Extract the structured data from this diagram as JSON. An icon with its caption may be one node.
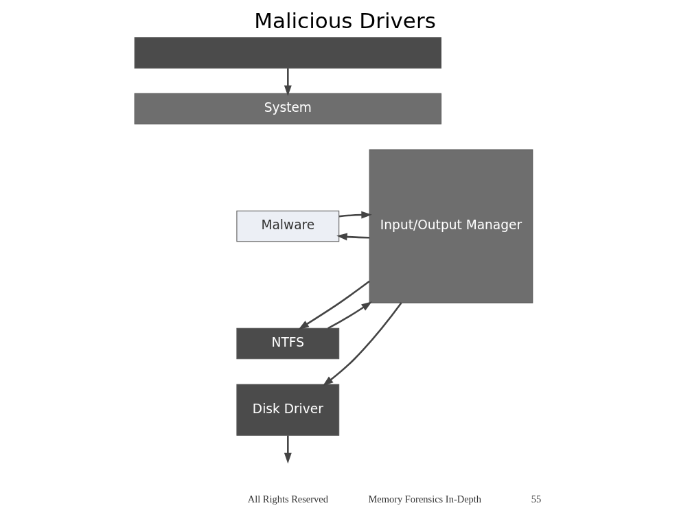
{
  "diagram": {
    "title": "Malicious Drivers",
    "nodes": [
      {
        "text": [],
        "shape": "box"
      },
      {
        "text": [
          "System"
        ]
      },
      {
        "text": [
          "Malware"
        ]
      },
      {
        "text": [
          "NTFS"
        ]
      },
      {
        "text": [
          "Disk Driver"
        ]
      },
      {
        "text": [
          "Input/Output Manager"
        ]
      }
    ],
    "edges": [
      {
        "from": 0,
        "to": 1,
        "arrow": "to"
      },
      {
        "from": 5,
        "to": 2,
        "arrow": "to"
      },
      {
        "from": 2,
        "to": 5,
        "arrow": "to"
      },
      {
        "from": 5,
        "to": 3,
        "arrow": "to"
      },
      {
        "from": 3,
        "to": 5,
        "arrow": "to"
      },
      {
        "from": 5,
        "to": 4,
        "arrow": "to"
      },
      {
        "from": 4,
        "to": null,
        "arrow": "to"
      }
    ],
    "labels": [
      "All Rights Reserved",
      "Memory Forensics In-Depth",
      "55"
    ]
  }
}
